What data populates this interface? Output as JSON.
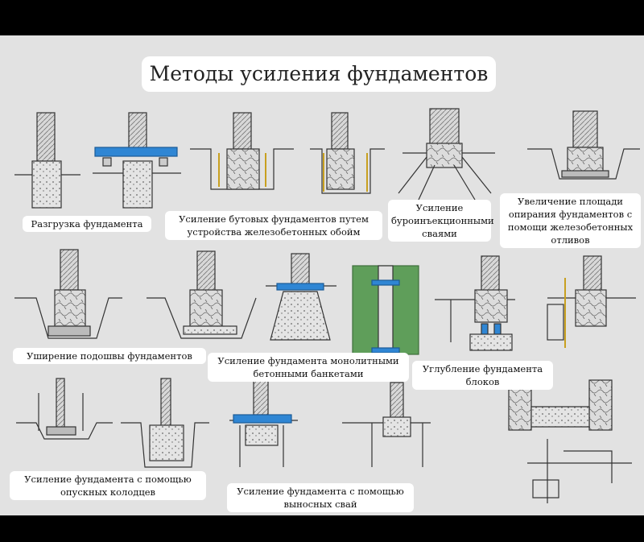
{
  "title": "Методы усиления фундаментов",
  "colors": {
    "poster_bg": "#e2e2e2",
    "steel_beam": "#2f86d4",
    "soil_fill": "#5f9e5a",
    "stone": "#d6d6d6",
    "line": "#333333"
  },
  "labels": {
    "unloading": [
      "Разгрузка фундамента"
    ],
    "rubble_jackets": [
      "Усиление бутовых фундаментов путем",
      "устройства железобетонных обойм"
    ],
    "bored_piles": [
      "Усиление",
      "буроинъекционными",
      "сваями"
    ],
    "sole_area": [
      "Увеличение площади",
      "опирания фундаментов с",
      "помощи железобетонных",
      "отливов"
    ],
    "sole_widening": [
      "Уширение подошвы фундаментов"
    ],
    "monolithic_benches": [
      "Усиление фундамента монолитными",
      "бетонными банкетами"
    ],
    "block_deepening": [
      "Углубление фундамента",
      "блоков"
    ],
    "caissons": [
      "Усиление фундамента с помощью",
      "опускных колодцев"
    ],
    "remote_piles": [
      "Усиление фундамента с помощью",
      "выносных свай"
    ]
  }
}
